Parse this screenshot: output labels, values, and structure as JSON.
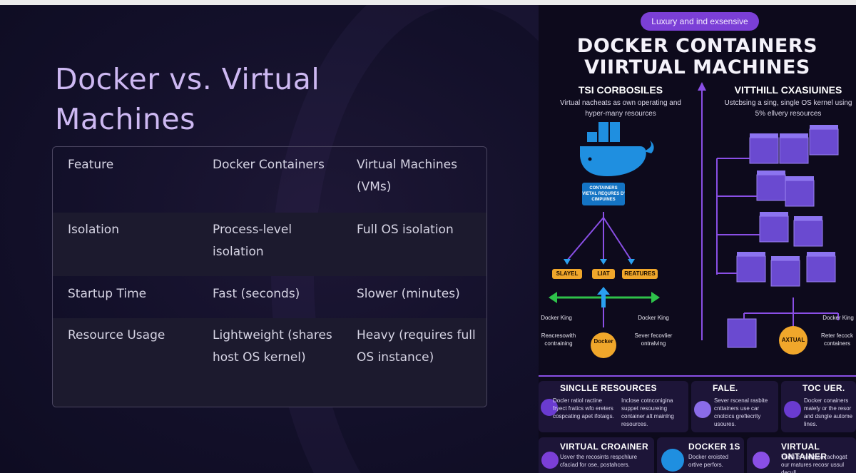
{
  "slide": {
    "title": "Docker vs. Virtual Machines",
    "table": {
      "headers": [
        "Feature",
        "Docker Containers",
        "Virtual Machines (VMs)"
      ],
      "rows": [
        [
          "Isolation",
          "Process-level isolation",
          "Full OS isolation"
        ],
        [
          "Startup Time",
          "Fast (seconds)",
          "Slower (minutes)"
        ],
        [
          "Resource Usage",
          "Lightweight (shares host OS kernel)",
          "Heavy (requires full OS instance)"
        ]
      ]
    }
  },
  "infographic": {
    "pill": "Luxury and ind exsensive",
    "title_line1": "DOCKER CONTAINERS",
    "title_line2": "VIIRTUAL MACHINES",
    "left_head": "TSI CORBOSILES",
    "left_sub": "Virtual nacheats as own operating and hyper-many resources",
    "right_head": "VITTHILL CXASIUINES",
    "right_sub": "Ustcbsing a sing, single OS kernel using 5% ellvery resources",
    "container_label": "CONTAINERS VIETAL REQURES D' CIMPUINES",
    "tags": [
      "SLAYEL",
      "LIAT",
      "REATURES"
    ],
    "docker_king_left": "Docker King",
    "docker_king_right": "Docker King",
    "docker_king_far": "Docker King",
    "left_caption": "Reacresowith contraining",
    "right_caption": "Sever fecovlier ontralving",
    "far_caption": "Reter fecock containers",
    "docker_coin": "Docker",
    "axtual_coin": "AXTUAL",
    "cards": [
      {
        "title": "SINCLLE RESOURCES",
        "text1": "Docler ratiol ractine fryect fratics wfo ereters cospcating apet ifotaigs.",
        "text2": "Inclose cotnconigina suppet resoureing container alt mainlng resources."
      },
      {
        "title": "FALE.",
        "text1": "Sever rscenal rasbite cnttainers use car cnolcics grefiecrity usoures."
      },
      {
        "title": "TOC UER.",
        "text1": "Docker conainers malely or the resor and dsngle autome lines."
      },
      {
        "title": "VIRTUAL CROAINER",
        "text1": "Usver the recosints respchlure cfaciad for ose, postahcers."
      },
      {
        "title": "DOCKER 1S",
        "text1": "Docker eroisted ortive perfors."
      },
      {
        "title": "VIRTUAL ONTAINER",
        "text1": "Thels er stoletea rachogat our matures recosr ussul decull"
      }
    ],
    "colors": {
      "accent": "#7b3fd6",
      "container_blue": "#1f8fe0",
      "tag_orange": "#f0a72b",
      "vm_purple": "#6a4ad0"
    }
  }
}
